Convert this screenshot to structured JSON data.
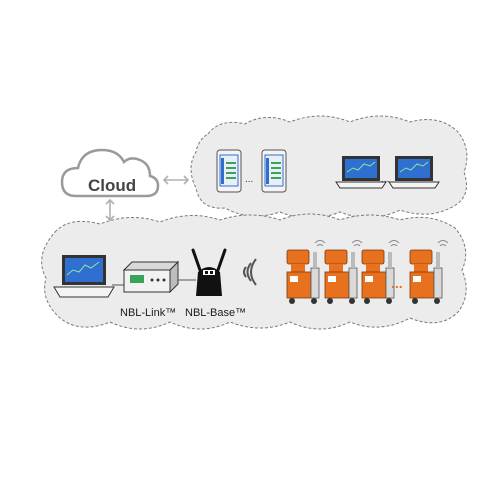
{
  "cloud": {
    "label": "Cloud"
  },
  "devices": {
    "link": {
      "label": "NBL-Link™"
    },
    "base": {
      "label": "NBL-Base™"
    }
  },
  "ellipsis": "...",
  "colors": {
    "panel_fill": "#ececec",
    "panel_border": "#7a7a7a",
    "unit_orange": "#e8711f",
    "screen_blue": "#2f6fd0",
    "screen_green": "#3aa35a"
  },
  "icons": [
    "cloud-icon",
    "laptop-icon",
    "phone-icon",
    "link-box-icon",
    "router-icon",
    "wireless-icon",
    "instrument-unit-icon",
    "sync-arrow-icon"
  ]
}
